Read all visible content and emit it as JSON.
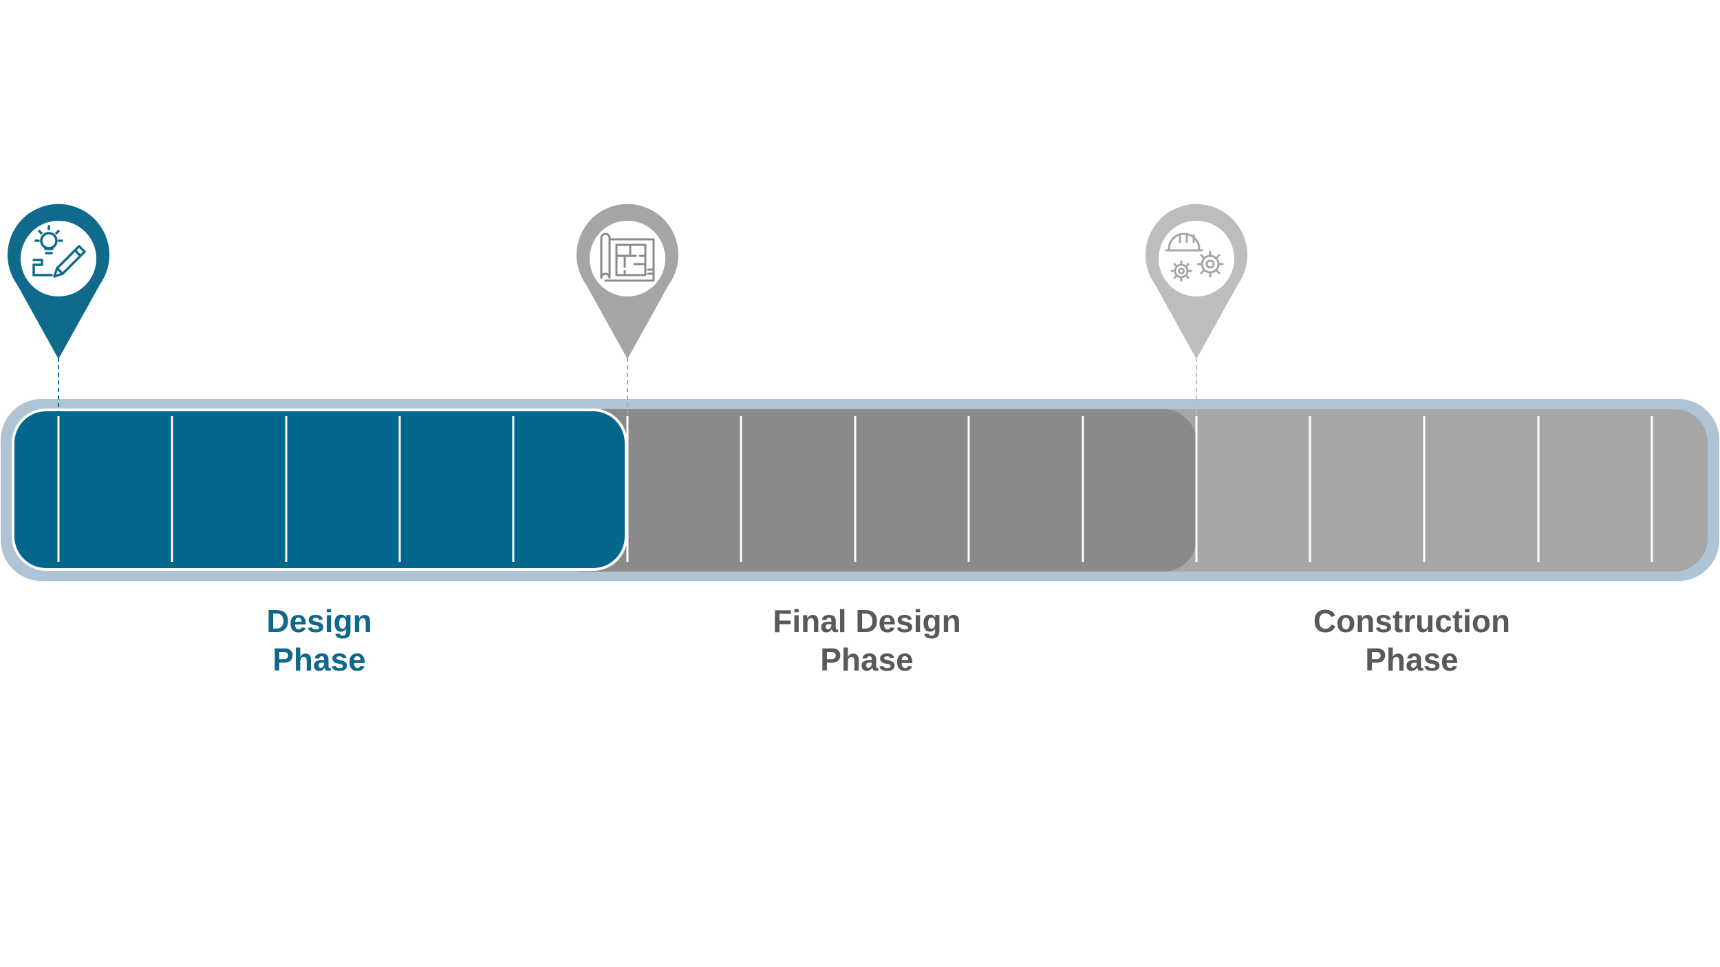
{
  "colors": {
    "track_outline": "#aec3d4",
    "active": "#02678c",
    "mid": "#8a8a8b",
    "light": "#a6a6a6",
    "label_active": "#0f678a",
    "label_inactive": "#595959",
    "divider": "#ffffff"
  },
  "phases": [
    {
      "line1": "Design",
      "line2": "Phase",
      "icon": "lightbulb-pencil-icon",
      "marker_color": "#0f6a8c",
      "state": "active"
    },
    {
      "line1": "Final Design",
      "line2": "Phase",
      "icon": "blueprint-icon",
      "marker_color": "#a5a5a5",
      "state": "upcoming"
    },
    {
      "line1": "Construction",
      "line2": "Phase",
      "icon": "hardhat-gears-icon",
      "marker_color": "#bdbdbd",
      "state": "upcoming"
    }
  ]
}
